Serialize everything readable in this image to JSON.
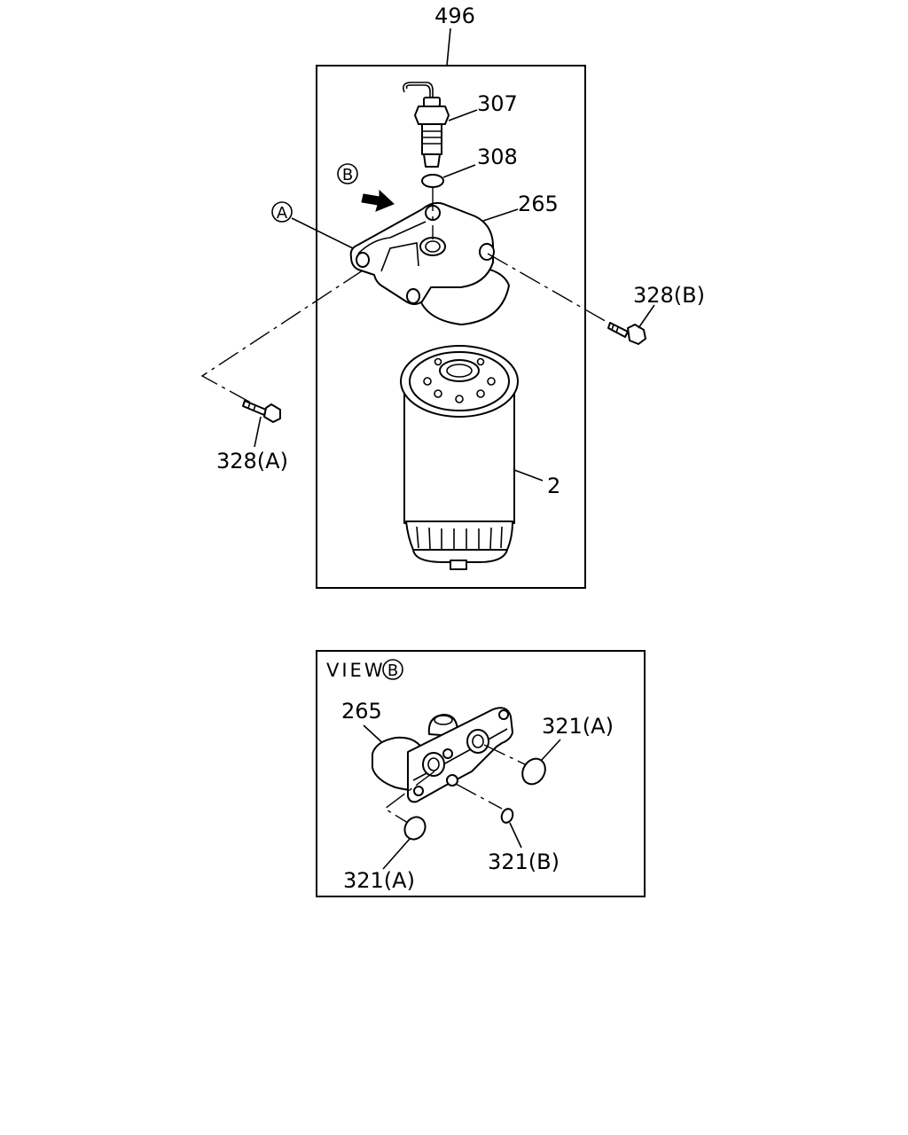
{
  "diagram": {
    "assembly_number": "496",
    "main_view": {
      "callouts": {
        "sensor": "307",
        "oring_top": "308",
        "head": "265",
        "bolt_b": "328(B)",
        "bolt_a": "328(A)",
        "filter": "2"
      },
      "ref_a": "A",
      "ref_b": "B"
    },
    "detail_view": {
      "title": "VIEW",
      "title_ref": "B",
      "callouts": {
        "head": "265",
        "oring_a_right": "321(A)",
        "oring_b": "321(B)",
        "oring_a_left": "321(A)"
      }
    }
  }
}
